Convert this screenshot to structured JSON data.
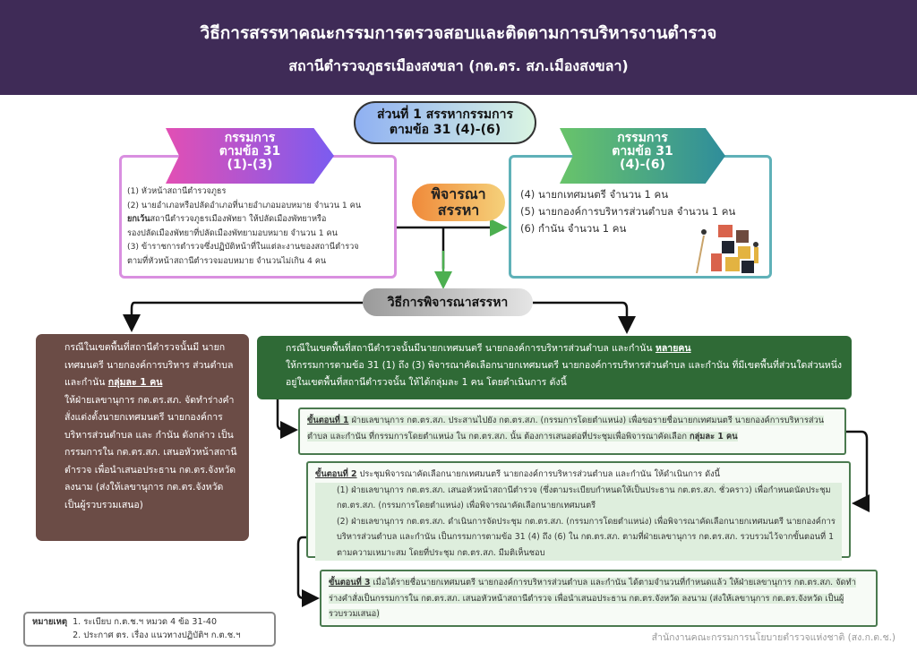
{
  "header": {
    "title": "วิธีการสรรหาคณะกรรมการตรวจสอบและติดตามการบริหารงานตำรวจ",
    "subtitle": "สถานีตำรวจภูธรเมืองสงขลา (กต.ตร. สภ.เมืองสงขลา)"
  },
  "part": {
    "line1": "ส่วนที่ 1 สรรหากรรมการ",
    "line2": "ตามข้อ 31 (4)-(6)"
  },
  "left": {
    "ribbon": [
      "กรรมการ",
      "ตามข้อ 31",
      "(1)-(3)"
    ],
    "items": [
      "(1) หัวหน้าสถานีตำรวจภูธร",
      "(2) นายอำเภอหรือปลัดอำเภอที่นายอำเภอมอบหมาย จำนวน 1 คน",
      "ยกเว้น",
      "สถานีตำรวจภูธรเมืองพัทยา ให้ปลัดเมืองพัทยาหรือ",
      "รองปลัดเมืองพัทยาที่ปลัดเมืองพัทยามอบหมาย จำนวน 1 คน",
      "(3) ข้าราชการตำรวจซึ่งปฏิบัติหน้าที่ในแต่ละงานของสถานีตำรวจ",
      "ตามที่หัวหน้าสถานีตำรวจมอบหมาย จำนวนไม่เกิน 4 คน"
    ]
  },
  "right": {
    "ribbon": [
      "กรรมการ",
      "ตามข้อ 31",
      "(4)-(6)"
    ],
    "items": [
      "(4) นายกเทศมนตรี จำนวน 1 คน",
      "(5) นายกองค์การบริหารส่วนตำบล จำนวน 1 คน",
      "(6) กำนัน จำนวน 1 คน"
    ]
  },
  "consider": {
    "line1": "พิจารณา",
    "line2": "สรรหา"
  },
  "method": "วิธีการพิจารณาสรรหา",
  "brown": {
    "p1": "กรณีในเขตพื้นที่สถานีตำรวจนั้นมี นายกเทศมนตรี นายกองค์การบริหาร ส่วนตำบล และกำนัน ",
    "p1_bold": "กลุ่มละ 1 คน",
    "p2": "ให้ฝ่ายเลขานุการ กต.ตร.สภ. จัดทำร่างคำสั่งแต่งตั้งนายกเทศมนตรี นายกองค์การบริหารส่วนตำบล และ กำนัน ดังกล่าว เป็นกรรมการใน กต.ตร.สภ. เสนอหัวหน้าสถานีตำรวจ เพื่อนำเสนอประธาน กต.ตร.จังหวัด ลงนาม (ส่งให้เลขานุการ กต.ตร.จังหวัด เป็นผู้รวบรวมเสนอ)"
  },
  "green": {
    "p1": "กรณีในเขตพื้นที่สถานีตำรวจนั้นมีนายกเทศมนตรี นายกองค์การบริหารส่วนตำบล และกำนัน ",
    "p1_bold": "หลายคน",
    "p2": "ให้กรรมการตามข้อ 31 (1) ถึง (3) พิจารณาคัดเลือกนายกเทศมนตรี นายกองค์การบริหารส่วนตำบล และกำนัน ที่มีเขตพื้นที่ส่วนใดส่วนหนึ่งอยู่ในเขตพื้นที่สถานีตำรวจนั้น ให้ได้กลุ่มละ 1 คน โดยดำเนินการ ดังนี้"
  },
  "steps": [
    {
      "label": "ขั้นตอนที่ 1",
      "text": " ฝ่ายเลขานุการ กต.ตร.สภ. ประสานไปยัง กต.ตร.สภ. (กรรมการโดยตำแหน่ง) เพื่อขอรายชื่อนายกเทศมนตรี นายกองค์การบริหารส่วนตำบล และกำนัน ที่กรรมการโดยตำแหน่ง ใน กต.ตร.สภ. นั้น ต้องการเสนอต่อที่ประชุมเพื่อพิจารณาคัดเลือก ",
      "bold": "กลุ่มละ 1 คน"
    },
    {
      "label": "ขั้นตอนที่ 2",
      "text": " ประชุมพิจารณาคัดเลือกนายกเทศมนตรี นายกองค์การบริหารส่วนตำบล และกำนัน ให้ดำเนินการ ดังนี้",
      "sub1": "(1) ฝ่ายเลขานุการ กต.ตร.สภ. เสนอหัวหน้าสถานีตำรวจ (ซึ่งตามระเบียบกำหนดให้เป็นประธาน กต.ตร.สภ. ชั่วคราว) เพื่อกำหนดนัดประชุม กต.ตร.สภ. (กรรมการโดยตำแหน่ง) เพื่อพิจารณาคัดเลือกนายกเทศมนตรี",
      "sub2": "(2) ฝ่ายเลขานุการ กต.ตร.สภ. ดำเนินการจัดประชุม กต.ตร.สภ. (กรรมการโดยตำแหน่ง) เพื่อพิจารณาคัดเลือกนายกเทศมนตรี นายกองค์การบริหารส่วนตำบล และกำนัน เป็นกรรมการตามข้อ 31 (4) ถึง (6) ใน กต.ตร.สภ. ตามที่ฝ่ายเลขานุการ กต.ตร.สภ. รวบรวมไว้จากขั้นตอนที่ 1 ตามความเหมาะสม โดยที่ประชุม กต.ตร.สภ. มีมติเห็นชอบ"
    },
    {
      "label": "ขั้นตอนที่ 3",
      "text": "  เมื่อได้รายชื่อนายกเทศมนตรี นายกองค์การบริหารส่วนตำบล และกำนัน ได้ตามจำนวนที่กำหนดแล้ว ให้ฝ่ายเลขานุการ กต.ตร.สภ. จัดทำร่างคำสั่งเป็นกรรมการใน กต.ตร.สภ. เสนอหัวหน้าสถานีตำรวจ เพื่อนำเสนอประธาน กต.ตร.จังหวัด ลงนาม (ส่งให้เลขานุการ กต.ตร.จังหวัด เป็นผู้รวบรวมเสนอ)"
    }
  ],
  "note": {
    "label": "หมายเหตุ",
    "items": [
      "1. ระเบียบ ก.ต.ช.ฯ หมวด 4 ข้อ 31-40",
      "2. ประกาศ ตร. เรื่อง แนวทางปฏิบัติฯ ก.ต.ช.ฯ"
    ]
  },
  "footer": "สำนักงานคณะกรรมการนโยบายตำรวจแห่งชาติ (สง.ก.ต.ช.)",
  "colors": {
    "header": "#3f2b57",
    "brown": "#6b4c46",
    "green": "#2f6a36"
  }
}
